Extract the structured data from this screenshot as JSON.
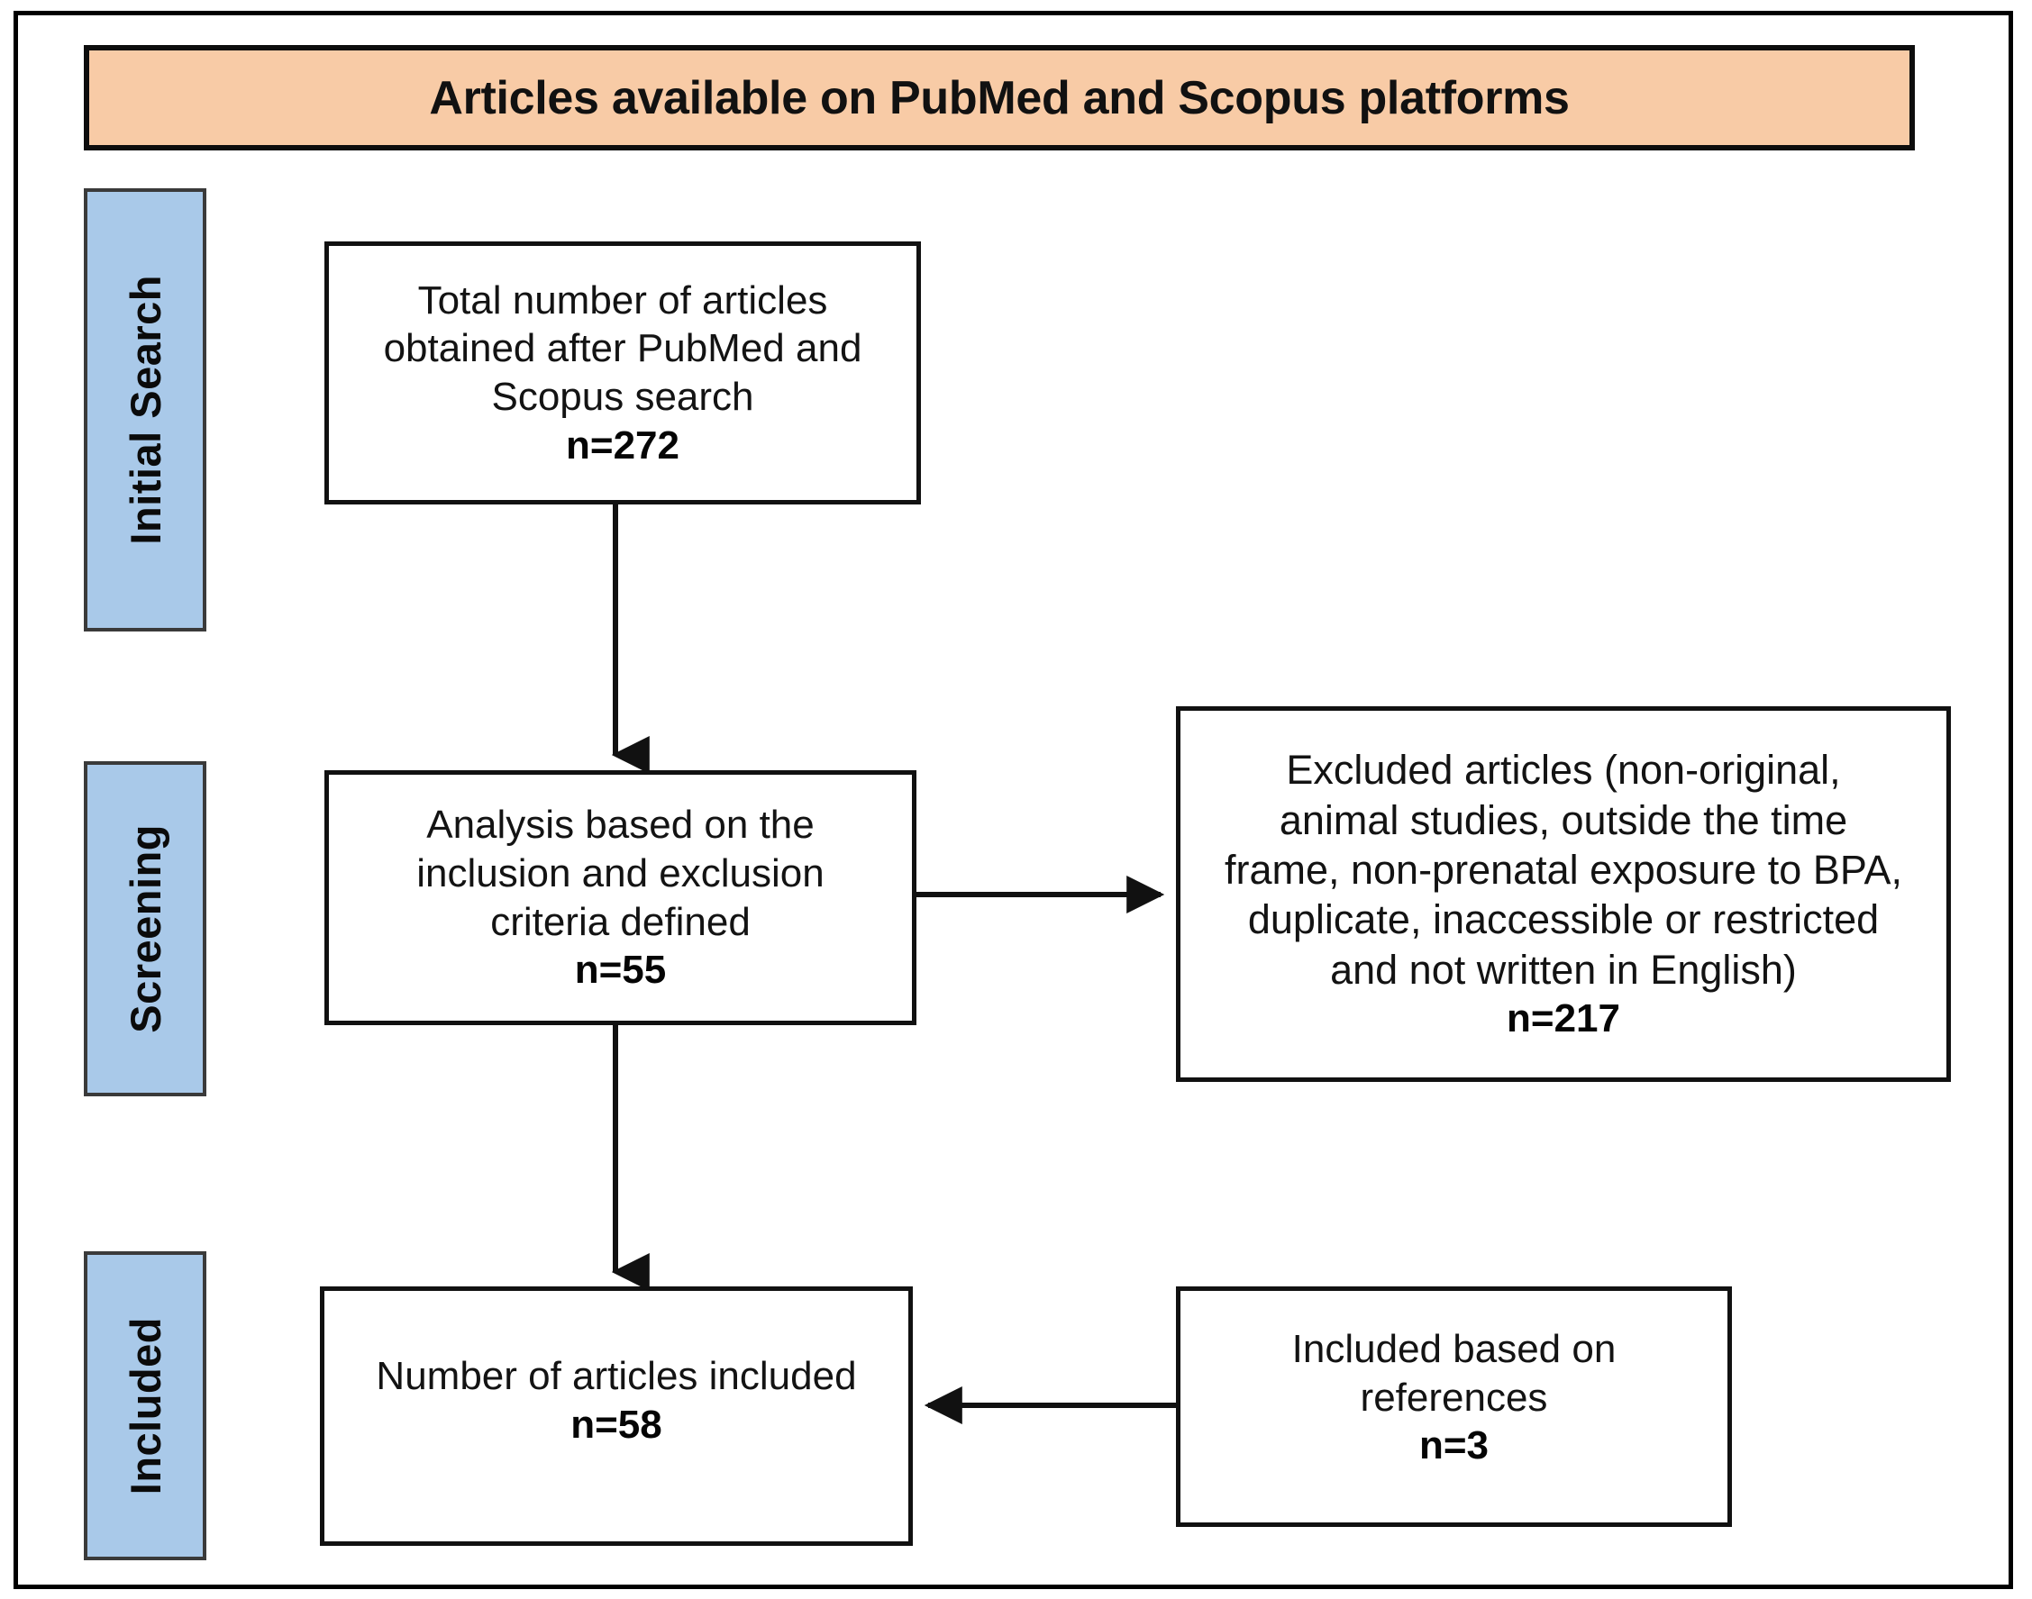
{
  "figure": {
    "type": "prisma-flow-diagram",
    "header": {
      "title": "Articles available on PubMed and Scopus platforms",
      "background_color": "#F8CBA6",
      "border_color": "#0D0D0D"
    },
    "stage_color": "#A9C9E9",
    "stages": [
      {
        "id": "initial-search",
        "label": "Initial Search"
      },
      {
        "id": "screening",
        "label": "Screening"
      },
      {
        "id": "included",
        "label": "Included"
      }
    ],
    "boxes": {
      "total_articles": {
        "line1": "Total number of articles",
        "line2": "obtained after PubMed and",
        "line3": "Scopus search",
        "count": "n=272"
      },
      "analysis": {
        "line1": "Analysis based on the",
        "line2": "inclusion and  exclusion",
        "line3": "criteria defined",
        "count": "n=55"
      },
      "excluded": {
        "line1": "Excluded articles (non-original,",
        "line2": "animal studies, outside the time",
        "line3": "frame, non-prenatal exposure to BPA,",
        "line4": "duplicate, inaccessible or restricted",
        "line5": "and not written in English)",
        "count": "n=217"
      },
      "included_total": {
        "line1": "Number of articles included",
        "count": "n=58"
      },
      "included_references": {
        "line1": "Included based on",
        "line2": "references",
        "count": "n=3"
      }
    },
    "connectors": [
      {
        "id": "total-to-analysis",
        "direction": "down",
        "from": "total_articles",
        "to": "analysis"
      },
      {
        "id": "analysis-to-excluded",
        "direction": "right",
        "from": "analysis",
        "to": "excluded"
      },
      {
        "id": "analysis-to-included",
        "direction": "down",
        "from": "analysis",
        "to": "included_total"
      },
      {
        "id": "refs-to-included",
        "direction": "left",
        "from": "included_references",
        "to": "included_total"
      }
    ]
  }
}
